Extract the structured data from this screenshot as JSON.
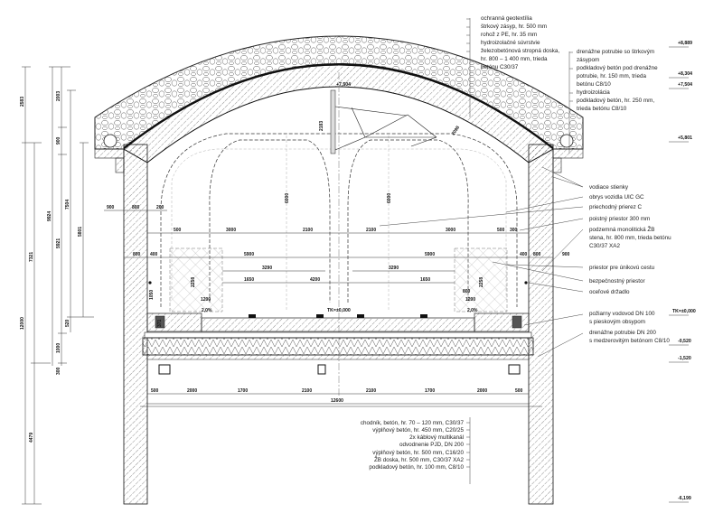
{
  "top_callouts": [
    "ochranná geotextília",
    "štrkový zásyp, hr. 500 mm",
    "rohož z PE, hr. 35 mm",
    "hydroizolačné súvrstvie",
    "železobetónová stropná doska,",
    "hr. 800 – 1 400 mm, trieda",
    "betónu C30/37"
  ],
  "drain_callouts": [
    "drenážne potrubie so štrkovým",
    "zásypom",
    "podkladový betón pod drenážne",
    "potrubie, hr. 150 mm, trieda",
    "betónu C8/10",
    "hydroizolácia",
    "podkladový betón, hr. 250 mm,",
    "trieda betónu C8/10"
  ],
  "side_callouts": [
    "vodiace stienky",
    "obrys vozidla UIC GC",
    "priechodný prierez C",
    "poistný priestor 300 mm",
    "podzemná monolitická ŽB",
    "stena, hr. 800 mm, trieda betónu",
    "C30/37 XA2",
    "priestor pre únikovú cestu",
    "bezpečnostný priestor",
    "oceľové držadlo",
    "požiarny vodovod DN 100",
    "s pieskovým obsypom",
    "drenážne potrubie DN 200",
    "s medzerovitým betónom C8/10"
  ],
  "floor_callouts": [
    "chodník, betón, hr. 70 – 120 mm, C30/37",
    "výplňový betón, hr. 450 mm, C20/25",
    "2x káblový multikanál",
    "odvodnenie PJD, DN 200",
    "výplňový betón, hr. 500 mm, C16/20",
    "ŽB doska, hr. 500 mm, C30/37 XA2",
    "podkladový betón, hr. 100 mm, C8/10"
  ],
  "levels": [
    "+8,889",
    "+8,304",
    "+7,504",
    "+5,801",
    "TK=±0,000",
    "-0,520",
    "-1,520",
    "-6,199"
  ],
  "interior_levels": [
    "+7,504",
    "TK=±0,000"
  ],
  "left_dims": [
    "2583",
    "12000",
    "7321",
    "4479",
    "9924",
    "2003",
    "900",
    "5921",
    "1000",
    "300",
    "7504",
    "520",
    "5801"
  ],
  "dims_row_top": [
    "900",
    "800",
    "200"
  ],
  "dims_row_1": [
    "500",
    "3000",
    "2100",
    "2100",
    "3000",
    "500",
    "300"
  ],
  "dims_row_2": [
    "800",
    "400",
    "5900",
    "5900",
    "400",
    "800",
    "900"
  ],
  "dims_row_3": [
    "3290",
    "3290"
  ],
  "dims_row_4": [
    "1650",
    "4200",
    "1650",
    "800"
  ],
  "dims_vertical": [
    "6000",
    "6000",
    "2183",
    "2098",
    "2258",
    "2258",
    "1050",
    "371",
    "1200",
    "1200"
  ],
  "slopes": [
    "2,0%",
    "2,0%"
  ],
  "dims_bottom": [
    "500",
    "2000",
    "1700",
    "2100",
    "2100",
    "1700",
    "2000",
    "500"
  ],
  "dims_total": "12600"
}
